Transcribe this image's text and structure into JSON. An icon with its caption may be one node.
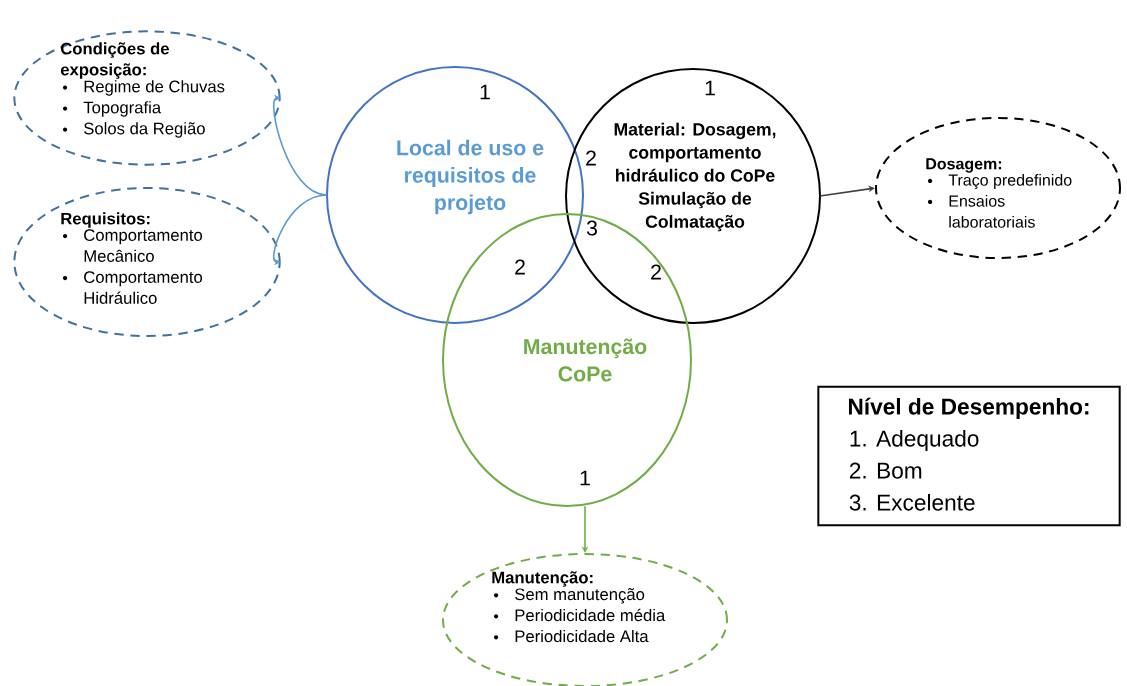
{
  "diagram": {
    "nodes": [
      {
        "text": [
          "Local de uso e requisitos de projeto"
        ]
      },
      {
        "text": [
          "Material: Dosagem, comportamento hidráulico do CoPe Simulação de Colmatação"
        ]
      },
      {
        "text": [
          "Manutenção CoPe"
        ]
      },
      {
        "text": [
          "Condições de exposição:",
          "Regime de Chuvas",
          "Topografia",
          "Solos da Região"
        ]
      },
      {
        "text": [
          "Requisitos:",
          "Comportamento Mecânico",
          "Comportamento Hidráulico"
        ]
      },
      {
        "text": [
          "Dosagem:",
          "Traço predefinido",
          "Ensaios laboratoriais"
        ]
      },
      {
        "text": [
          "Manutenção:",
          "Sem manutenção",
          "Periodicidade média",
          "Periodicidade Alta"
        ]
      },
      {
        "text": [
          "Nível de Desempenho:",
          "1. Adequado",
          "2. Bom",
          "3. Excelente"
        ]
      }
    ],
    "edges": [
      {
        "from": 0,
        "to": 3,
        "arrow": "to",
        "color": "#5b9bd5"
      },
      {
        "from": 0,
        "to": 4,
        "arrow": "to",
        "color": "#5b9bd5"
      },
      {
        "from": 1,
        "to": 5,
        "arrow": "to",
        "color": "#404040"
      },
      {
        "from": 2,
        "to": 6,
        "arrow": "to",
        "color": "#70ad47"
      }
    ],
    "labels": [
      "1",
      "1",
      "2",
      "3",
      "2",
      "2",
      "1"
    ]
  }
}
